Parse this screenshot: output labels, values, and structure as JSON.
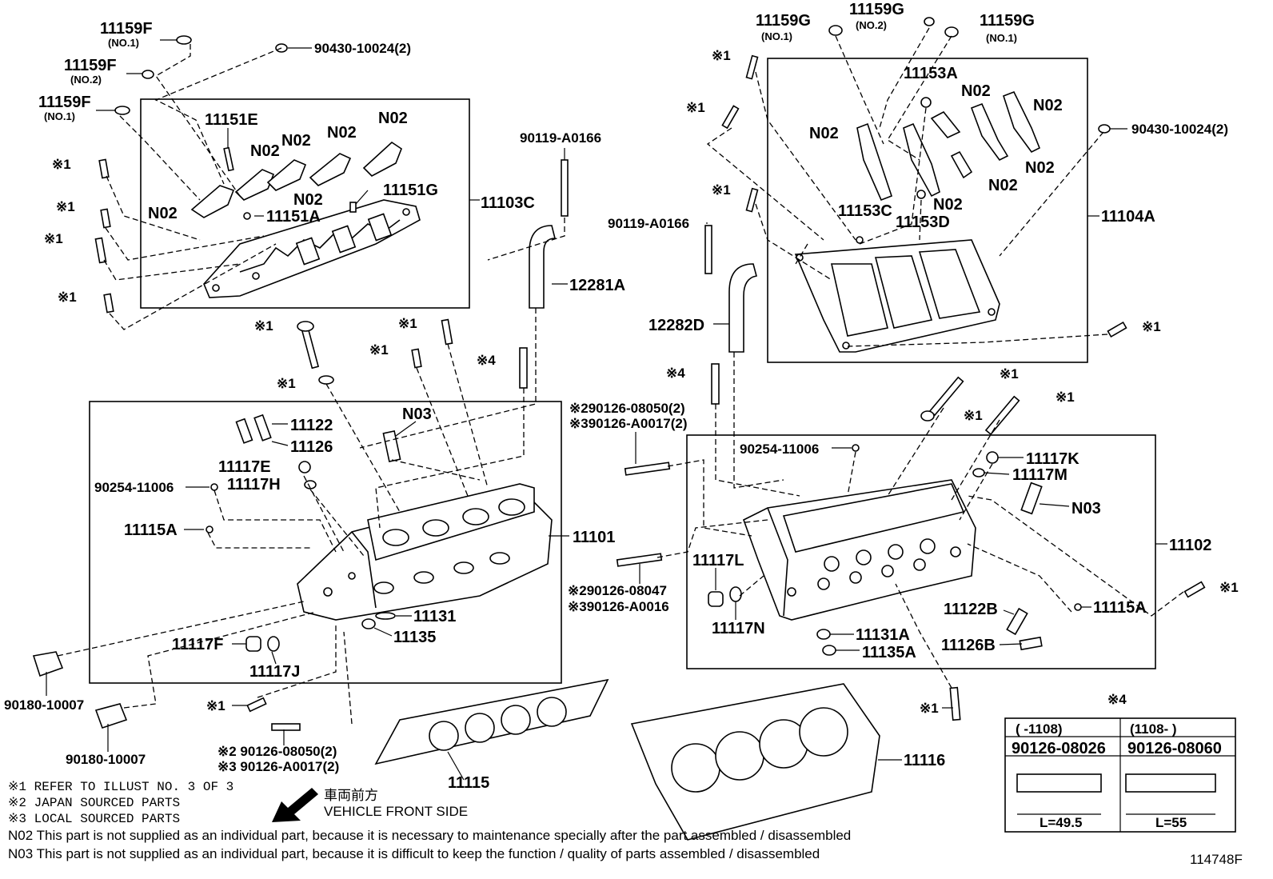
{
  "parts": {
    "p11159F_a": "11159F",
    "p11159F_a_sub": "(NO.1)",
    "p11159F_b": "11159F",
    "p11159F_b_sub": "(NO.2)",
    "p11159F_c": "11159F",
    "p11159F_c_sub": "(NO.1)",
    "p90430_L": "90430-10024(2)",
    "p11151E": "11151E",
    "n02_1": "N02",
    "n02_2": "N02",
    "n02_3": "N02",
    "n02_4": "N02",
    "n02_5": "N02",
    "n02_6": "N02",
    "p11151A": "11151A",
    "p11151G": "11151G",
    "p11103C": "11103C",
    "p90119_a": "90119-A0166",
    "p90119_b": "90119-A0166",
    "p12281A": "12281A",
    "p12282D": "12282D",
    "p11159G_a": "11159G",
    "p11159G_a_sub": "(NO.1)",
    "p11159G_b": "11159G",
    "p11159G_b_sub": "(NO.2)",
    "p11159G_c": "11159G",
    "p11159G_c_sub": "(NO.1)",
    "p11153A": "11153A",
    "n02_r1": "N02",
    "n02_r2": "N02",
    "n02_r3": "N02",
    "n02_r4": "N02",
    "n02_r5": "N02",
    "n02_r6": "N02",
    "p90430_R": "90430-10024(2)",
    "p11153C": "11153C",
    "p11153D": "11153D",
    "p11104A": "11104A",
    "p11122": "11122",
    "p11126": "11126",
    "n03_L": "N03",
    "p11117E": "11117E",
    "p11117H": "11117H",
    "p90254_L": "90254-11006",
    "p11115A_L": "11115A",
    "p11101": "11101",
    "p11131": "11131",
    "p11135": "11135",
    "p11117F": "11117F",
    "p11117J": "11117J",
    "p90180_a": "90180-10007",
    "p90180_b": "90180-10007",
    "p2_90126_08050": "※290126-08050(2)",
    "p3_90126_A0017": "※390126-A0017(2)",
    "p90254_R": "90254-11006",
    "p11117K": "11117K",
    "p11117M": "11117M",
    "n03_R": "N03",
    "p11102": "11102",
    "p11117L": "11117L",
    "p11117N": "11117N",
    "p2_90126_08047": "※290126-08047",
    "p3_90126_A0016": "※390126-A0016",
    "p11122B": "11122B",
    "p11126B": "11126B",
    "p11115A_R": "11115A",
    "p11131A": "11131A",
    "p11135A": "11135A",
    "p11116": "11116",
    "p11115": "11115",
    "bl_2_08050": "※2 90126-08050(2)",
    "bl_3_A0017": "※3 90126-A0017(2)",
    "m1": "※1",
    "m4": "※4"
  },
  "table": {
    "title": "※4",
    "headers": [
      "(      -1108)",
      "(1108-      )"
    ],
    "part_numbers": [
      "90126-08026",
      "90126-08060"
    ],
    "lengths": [
      "L=49.5",
      "L=55"
    ]
  },
  "legend": {
    "note1": "※1 REFER TO ILLUST NO. 3 OF 3",
    "note2": "※2 JAPAN SOURCED PARTS",
    "note3": "※3 LOCAL SOURCED PARTS",
    "front_jp": "車両前方",
    "front_en": "VEHICLE FRONT SIDE",
    "n02_text": "N02  This part is not supplied as an individual part, because it is necessary to maintenance specially after the part assembled / disassembled",
    "n03_text": "N03  This part is not supplied as an individual part, because it is difficult to keep the function / quality of parts  assembled / disassembled"
  },
  "figure_id": "114748F"
}
